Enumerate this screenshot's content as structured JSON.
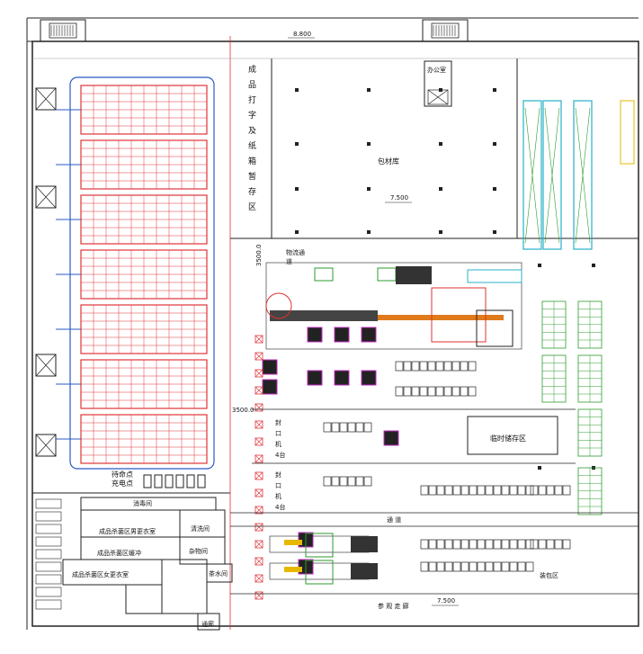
{
  "labels": {
    "elev_top": "8.800",
    "office": "办公室",
    "packing_store": "包材库",
    "elev_mid": "7.500",
    "elev_bottom": "7.500",
    "vertical_zone": [
      "成",
      "品",
      "打",
      "字",
      "及",
      "纸",
      "箱",
      "暂",
      "存",
      "区"
    ],
    "logistics_channel": [
      "物流通",
      "道"
    ],
    "dim_left": "3500.0",
    "dim_right": "3500.0",
    "charging_point": [
      "待命点",
      "充电点"
    ],
    "disinfection": "消毒间",
    "clean_room": "清洗间",
    "male_changing": "成品杀菌区男更衣室",
    "buffer": "成品杀菌区缓冲",
    "misc_room": "杂物间",
    "female_changing": "成品杀菌区女更衣室",
    "tea_room": "茶水间",
    "sealer_a": [
      "封",
      "口",
      "机",
      "4台"
    ],
    "sealer_b": [
      "封",
      "口",
      "机",
      "4台"
    ],
    "temp_storage": "临时储存区",
    "passage": "通   道",
    "visit_corridor": "参  观  走  廊",
    "packing_zone": "装包区",
    "stair": "通廊"
  },
  "colors": {
    "rack_red": "#e0343a",
    "pipe_blue": "#2b59c3",
    "green_rack": "#2d9b2d",
    "cyan": "#27b0c9",
    "magenta": "#c02bc0"
  }
}
